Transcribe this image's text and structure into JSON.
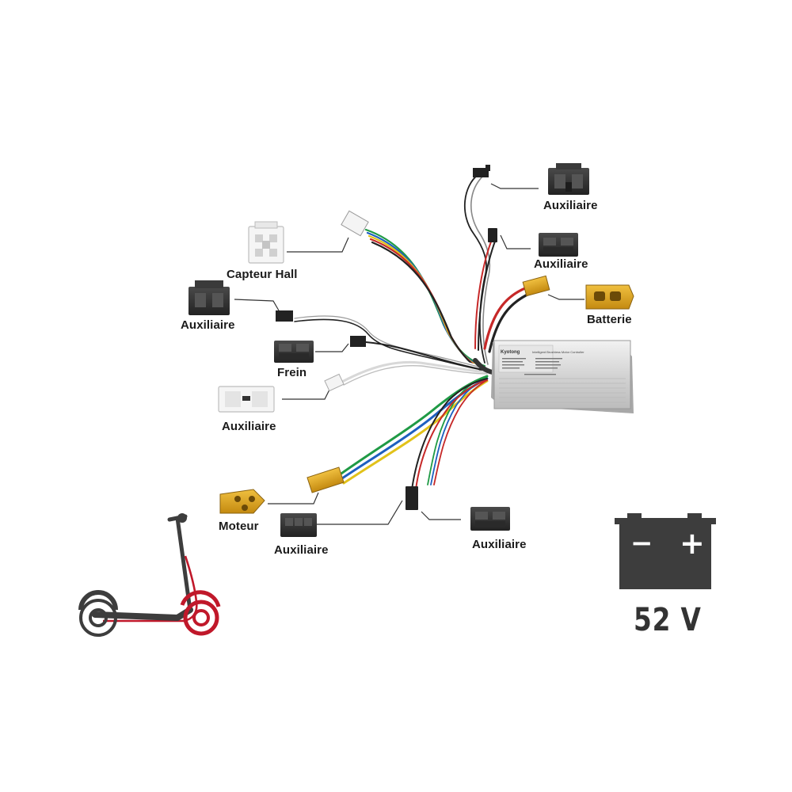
{
  "connectors": {
    "auxiliaire_top_1": "Auxiliaire",
    "auxiliaire_top_2": "Auxiliaire",
    "batterie": "Batterie",
    "capteur_hall": "Capteur Hall",
    "auxiliaire_left": "Auxiliaire",
    "frein": "Frein",
    "auxiliaire_white": "Auxiliaire",
    "moteur": "Moteur",
    "auxiliaire_bottom_left": "Auxiliaire",
    "auxiliaire_bottom_right": "Auxiliaire"
  },
  "controller": {
    "brand": "Kyotong",
    "title": "Intelligent Brushless Motor Controller"
  },
  "battery": {
    "minus_symbol": "−",
    "plus_symbol": "+",
    "voltage": "52 V"
  },
  "icons": {
    "scooter": "kick-scooter-icon",
    "battery": "battery-icon"
  },
  "colors": {
    "accent_red": "#c0182a",
    "dark_grey": "#3d3d3d",
    "connector_black": "#2e2e2e",
    "connector_yellow": "#d9a020"
  }
}
